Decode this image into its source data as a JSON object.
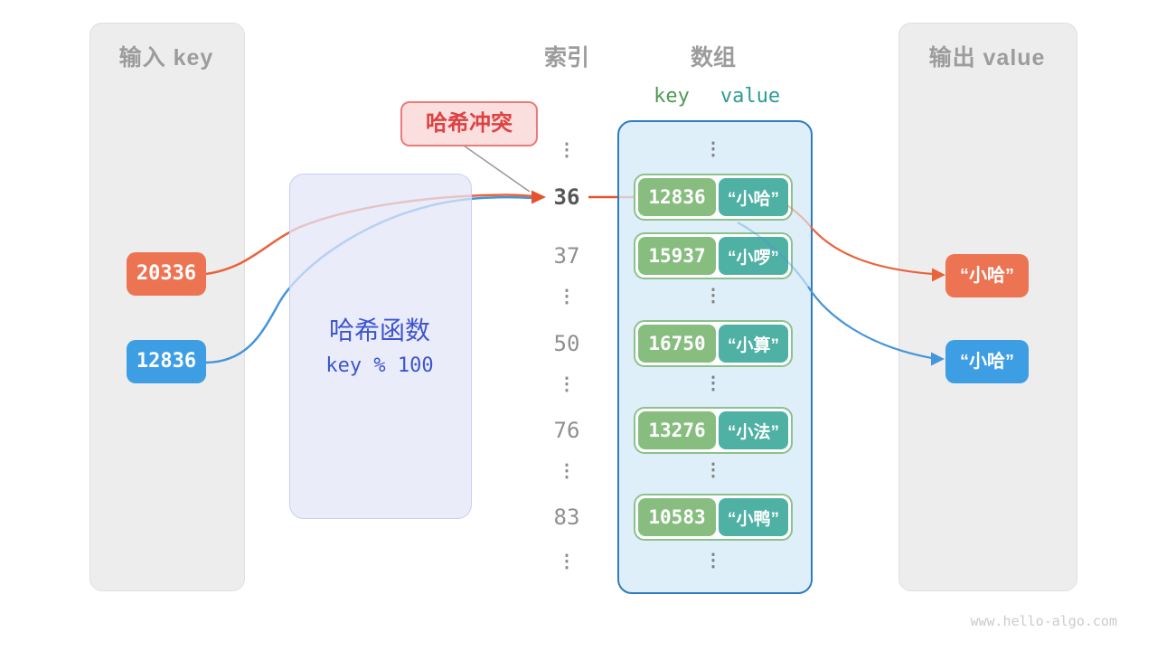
{
  "left_panel": {
    "title": "输入 key",
    "keys": [
      {
        "value": "20336",
        "color": "#ED7453"
      },
      {
        "value": "12836",
        "color": "#3D9EE4"
      }
    ]
  },
  "hash_box": {
    "title": "哈希函数",
    "formula": "key % 100"
  },
  "collision_label": "哈希冲突",
  "index_column": {
    "title": "索引",
    "items": [
      "⋮",
      "36",
      "37",
      "⋮",
      "50",
      "⋮",
      "76",
      "⋮",
      "83",
      "⋮"
    ]
  },
  "array_panel": {
    "title": "数组",
    "key_header": "key",
    "value_header": "value",
    "ellipsis": "⋮",
    "rows": [
      {
        "key": "12836",
        "value": "“小哈”"
      },
      {
        "key": "15937",
        "value": "“小啰”"
      },
      {
        "key": "16750",
        "value": "“小算”"
      },
      {
        "key": "13276",
        "value": "“小法”"
      },
      {
        "key": "10583",
        "value": "“小鸭”"
      }
    ]
  },
  "right_panel": {
    "title": "输出 value",
    "outputs": [
      {
        "value": "“小哈”",
        "color": "#ED7453"
      },
      {
        "value": "“小哈”",
        "color": "#3D9EE4"
      }
    ]
  },
  "watermark": "www.hello-algo.com",
  "colors": {
    "orange_accent": "#ED7453",
    "blue_accent": "#3D9EE4",
    "arrow_orange": "#E4532B",
    "arrow_blue": "#4495DA",
    "hash_text": "#3D55CE",
    "collision_red": "#DC4242",
    "array_border_blue": "#2B7CC2",
    "row_green": "#87BD7F",
    "row_teal": "#4FB0A4",
    "panel_gray": "#EDEDED"
  }
}
